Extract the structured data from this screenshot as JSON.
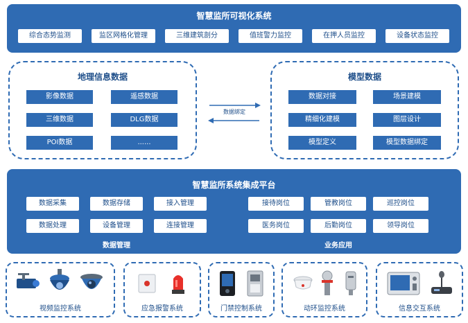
{
  "top": {
    "title": "智慧监所可视化系统",
    "items": [
      "综合态势监测",
      "监区网格化管理",
      "三维建筑剖分",
      "值班警力监控",
      "在押人员监控",
      "设备状态监控"
    ]
  },
  "geo": {
    "title": "地理信息数据",
    "items": [
      "影像数据",
      "遥感数据",
      "三维数据",
      "DLG数据",
      "POI数据",
      "......"
    ]
  },
  "binding": {
    "label": "数据绑定"
  },
  "model": {
    "title": "模型数据",
    "items": [
      "数据对接",
      "场景建模",
      "精细化建模",
      "图层设计",
      "模型定义",
      "模型数据绑定"
    ]
  },
  "platform": {
    "title": "智慧监所系统集成平台",
    "data_mgmt": {
      "label": "数据管理",
      "items": [
        "数据采集",
        "数据存储",
        "接入管理",
        "数据处理",
        "设备管理",
        "连接管理"
      ]
    },
    "business": {
      "label": "业务应用",
      "items": [
        "接待岗位",
        "管教岗位",
        "巡控岗位",
        "医务岗位",
        "后勤岗位",
        "领导岗位"
      ]
    }
  },
  "devices": [
    {
      "label": "视频监控系统",
      "icons": [
        "bullet-camera-icon",
        "ptz-dome-camera-icon",
        "dome-camera-icon"
      ]
    },
    {
      "label": "应急报警系统",
      "icons": [
        "alarm-button-icon",
        "warning-light-icon"
      ]
    },
    {
      "label": "门禁控制系统",
      "icons": [
        "access-terminal-icon",
        "access-panel-icon"
      ]
    },
    {
      "label": "动环监控系统",
      "icons": [
        "smoke-detector-icon",
        "temperature-sensor-icon",
        "vibration-sensor-icon"
      ]
    },
    {
      "label": "信息交互系统",
      "icons": [
        "intercom-screen-icon",
        "desk-microphone-icon"
      ]
    }
  ],
  "colors": {
    "primary": "#2f6bb3",
    "text_dark": "#1f4f8a",
    "white": "#ffffff"
  }
}
